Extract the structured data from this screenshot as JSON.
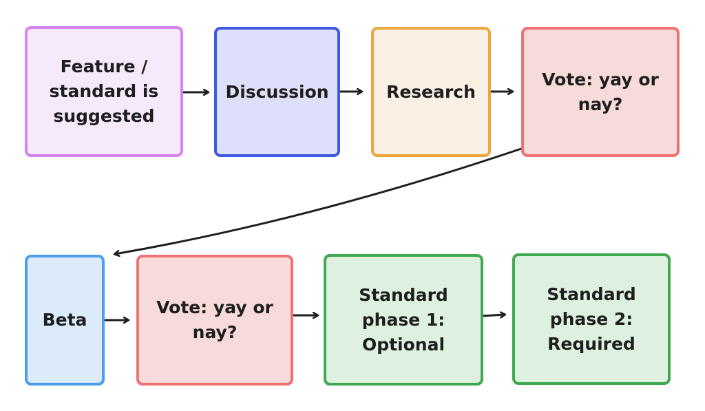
{
  "diagram": {
    "nodes": [
      {
        "id": "suggested",
        "label": "Feature /\nstandard is\nsuggested",
        "fill": "#f6e9fb",
        "stroke": "#d684ee"
      },
      {
        "id": "discussion",
        "label": "Discussion",
        "fill": "#dde0f8",
        "stroke": "#3c5ae0"
      },
      {
        "id": "research",
        "label": "Research",
        "fill": "#faf0e4",
        "stroke": "#eea63d"
      },
      {
        "id": "vote-1",
        "label": "Vote: yay or\nnay?",
        "fill": "#f7dada",
        "stroke": "#ef7272"
      },
      {
        "id": "beta",
        "label": "Beta",
        "fill": "#dcebfa",
        "stroke": "#4d9ee8"
      },
      {
        "id": "vote-2",
        "label": "Vote: yay or\nnay?",
        "fill": "#f7dada",
        "stroke": "#ef7272"
      },
      {
        "id": "standard-phase-1",
        "label": "Standard\nphase 1:\nOptional",
        "fill": "#def1e1",
        "stroke": "#3fa851"
      },
      {
        "id": "standard-phase-2",
        "label": "Standard\nphase 2:\nRequired",
        "fill": "#def1e1",
        "stroke": "#3fa851"
      }
    ],
    "edges": [
      {
        "from": "suggested",
        "to": "discussion"
      },
      {
        "from": "discussion",
        "to": "research"
      },
      {
        "from": "research",
        "to": "vote-1"
      },
      {
        "from": "vote-1",
        "to": "beta"
      },
      {
        "from": "beta",
        "to": "vote-2"
      },
      {
        "from": "vote-2",
        "to": "standard-phase-1"
      },
      {
        "from": "standard-phase-1",
        "to": "standard-phase-2"
      }
    ],
    "arrow_color": "#1e1e1e"
  }
}
